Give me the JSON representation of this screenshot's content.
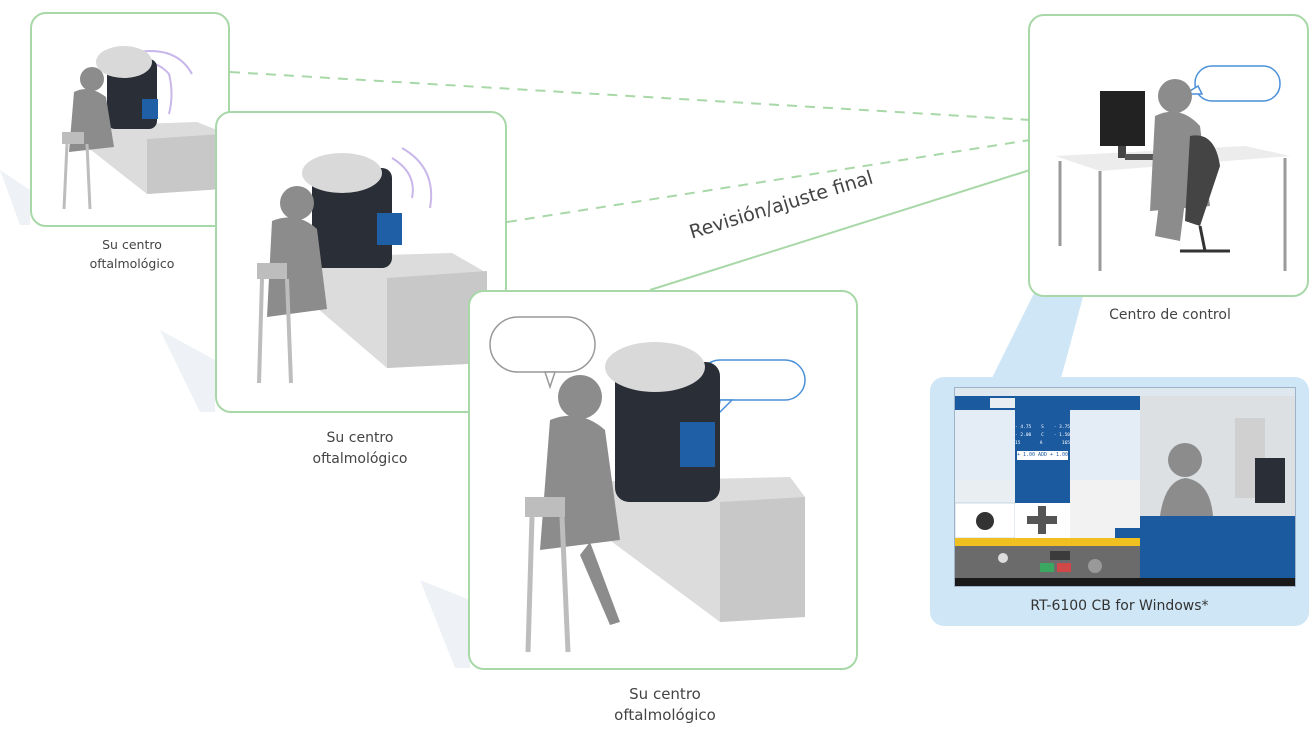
{
  "sites": [
    {
      "caption_line1": "Su centro",
      "caption_line2": "oftalmológico"
    },
    {
      "caption_line1": "Su centro",
      "caption_line2": "oftalmológico"
    },
    {
      "caption_line1": "Su centro",
      "caption_line2": "oftalmológico"
    }
  ],
  "control_center": {
    "caption": "Centro de control"
  },
  "connection_label": "Revisión/ajuste final",
  "software": {
    "caption": "RT-6100 CB for Windows*",
    "readout": {
      "r_sph": "- 4.75",
      "l_sph": "- 3.75",
      "r_cyl": "- 2.00",
      "l_cyl": "- 1.50",
      "r_axis": "15",
      "l_axis": "165",
      "add_label": "ADD",
      "r_add": "+ 1.00",
      "l_add": "+ 1.00",
      "sph_label": "S",
      "cyl_label": "C",
      "axis_label": "A"
    }
  },
  "colors": {
    "panel_border": "#a8d8a8",
    "software_bg": "#cfe6f6",
    "screen_blue": "#1c5aa0",
    "silhouette": "#8c8c8c"
  }
}
